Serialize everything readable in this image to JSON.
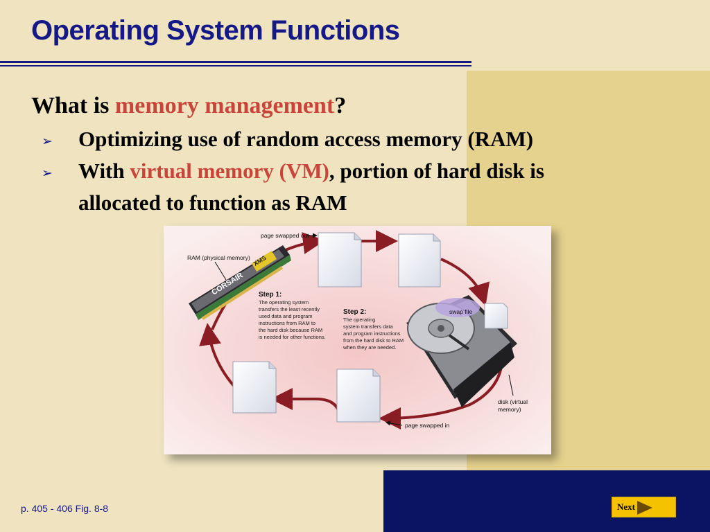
{
  "slide": {
    "title": "Operating System Functions",
    "question": {
      "prefix": "What is ",
      "term": "memory management",
      "suffix": "?"
    },
    "bullets": [
      {
        "text": "Optimizing use of random access memory (RAM)"
      },
      {
        "prefix": "With ",
        "term": "virtual memory (VM)",
        "suffix": ", portion of hard disk is",
        "line2": "allocated to function as RAM"
      }
    ],
    "footer": "p. 405 - 406 Fig. 8-8",
    "next_label": "Next"
  },
  "figure": {
    "labels": {
      "page_out": "page swapped out",
      "ram": "RAM (physical memory)",
      "swap": "swap file",
      "disk_line1": "disk (virtual",
      "disk_line2": "memory)",
      "page_in": "page swapped in",
      "ram_brand": "CORSAIR",
      "ram_model": "XMS"
    },
    "step1": {
      "title": "Step 1:",
      "lines": [
        "The operating system",
        "transfers the least recently",
        "used data and program",
        "instructions from RAM to",
        "the hard disk because RAM",
        "is needed for other functions."
      ]
    },
    "step2": {
      "title": "Step 2:",
      "lines": [
        "The operating",
        "system transfers data",
        "and program instructions",
        "from the hard disk to RAM",
        "when they are needed."
      ]
    }
  },
  "colors": {
    "title": "#141987",
    "highlight": "#c9443a",
    "navy_block": "#0b1463",
    "cycle_arrow": "#8a1c24",
    "next_button": "#f5c200"
  }
}
